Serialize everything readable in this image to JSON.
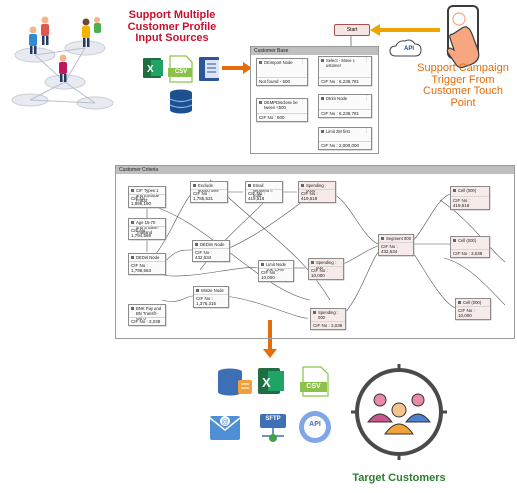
{
  "callouts": {
    "input_sources": "Support Multiple Customer Profile Input Sources",
    "campaign_trigger": "Support Campaign Trigger From Customer Touch Point",
    "target_customers": "Target Customers"
  },
  "icons": {
    "csv": "CSV",
    "api": "API",
    "sftp": "SFTP"
  },
  "top_panel": {
    "title": "Customer Base",
    "start_label": "Start",
    "nodes": [
      {
        "title": "DEimport Node",
        "count": "Not found - 500"
      },
      {
        "title": "Select - Move c ustomer",
        "count": "CIF No : 6,238,781"
      },
      {
        "title": "DEMPDisclose be tween <500",
        "count": "CIF No : 500"
      },
      {
        "title": "Dtrim Node",
        "count": "CIF No : 6,238,781"
      },
      {
        "title": "Limit 2M first",
        "count": "CIF No : 2,000,000"
      }
    ]
  },
  "main_panel": {
    "title": "Customer Criteria",
    "nodes": [
      {
        "title": "CIF Types 1 and Exclude Fraud",
        "count": "CIF No : 1,996,190"
      },
      {
        "title": "Exclude 60000 over",
        "count": "CIF No : 1,785,531"
      },
      {
        "title": "Email segment = trust",
        "count": "CIF No : 419,518"
      },
      {
        "title": "Spending : 0000",
        "count": "CIF No : 419,518"
      },
      {
        "title": "Cell (000)",
        "count": "CIF No : 419,518"
      },
      {
        "title": "Age 15-70 and S tdem-Thailand",
        "count": "CIF No : 1,794,569"
      },
      {
        "title": "DEDim Node",
        "count": "CIF No : 432,534"
      },
      {
        "title": "Segment 000",
        "count": "CIF No : 432,534"
      },
      {
        "title": "Cell (000)",
        "count": "CIF No : 3,038"
      },
      {
        "title": "DEDel Node",
        "count": "CIF No : 1,798,563"
      },
      {
        "title": "Limit Node 10K CPM",
        "count": "CIF No : 10,000"
      },
      {
        "title": "Spending : 000",
        "count": "CIF No : 10,000"
      },
      {
        "title": "Winze Node",
        "count": "CIF No : 1,376,315"
      },
      {
        "title": "Cell (000)",
        "count": "CIF No : 10,000"
      },
      {
        "title": "BNK Pay and BN Transfr-Wd 0",
        "count": "CIF No : 3,038"
      },
      {
        "title": "Spending : 000",
        "count": "CIF No : 3,038"
      }
    ]
  }
}
